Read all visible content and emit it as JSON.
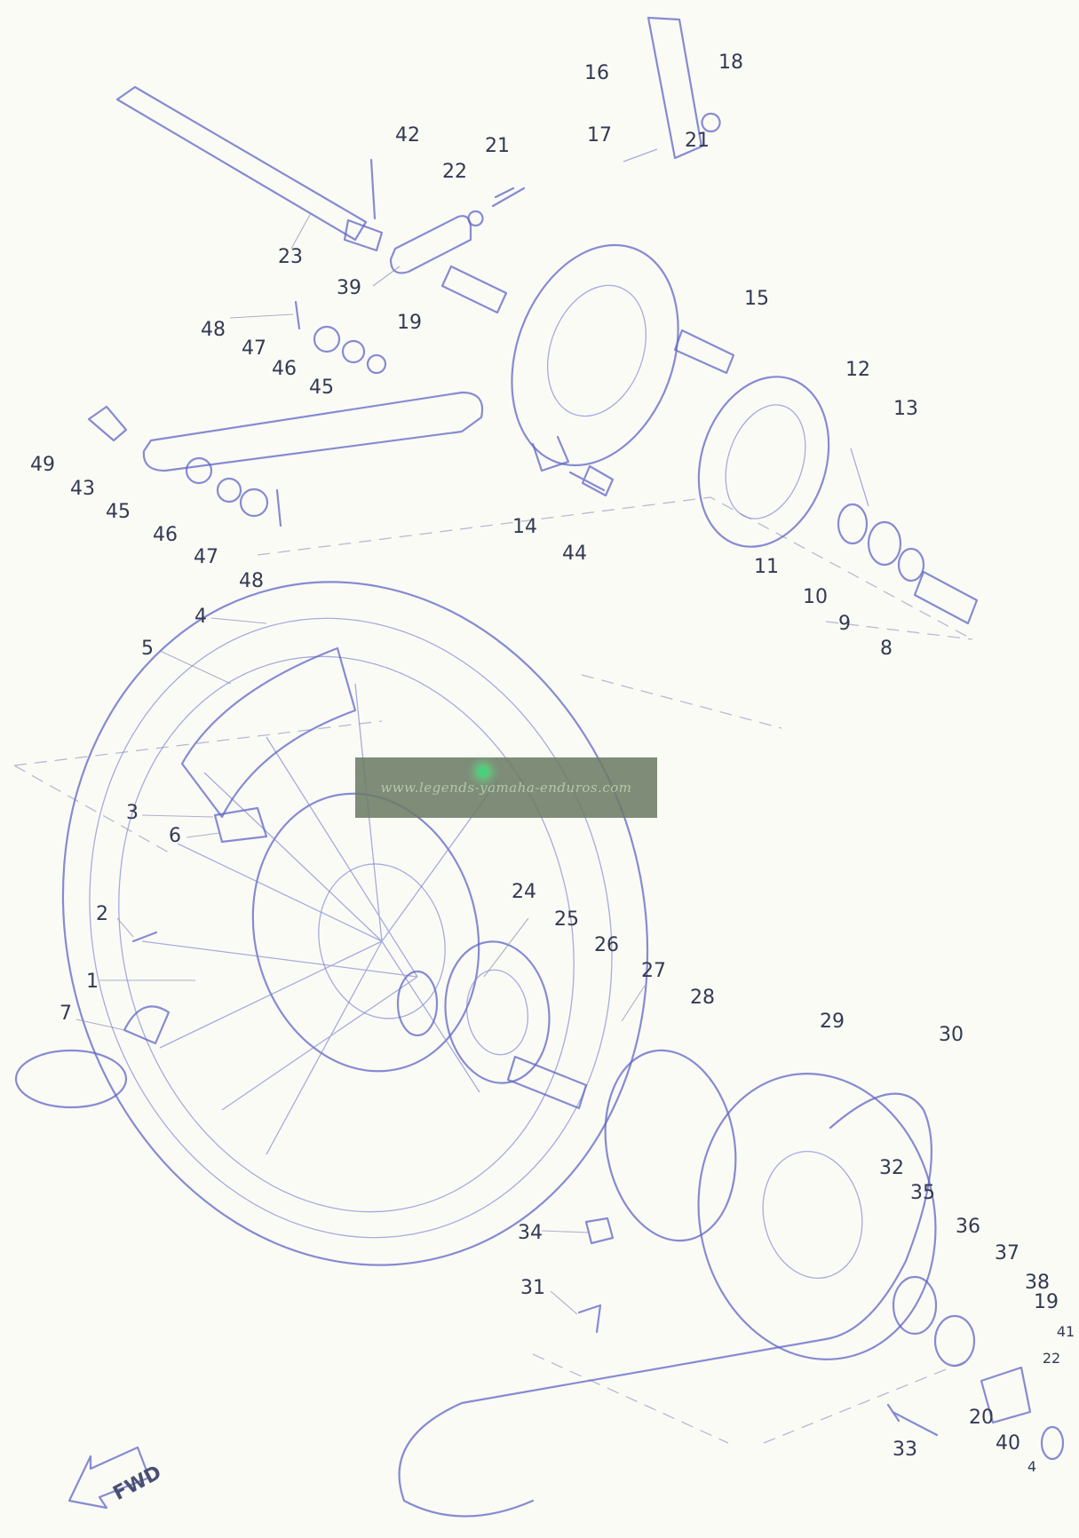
{
  "watermark": {
    "text": "www.legends-yamaha-enduros.com"
  },
  "direction_label": "FWD",
  "callouts": [
    {
      "text": "1"
    },
    {
      "text": "2"
    },
    {
      "text": "3"
    },
    {
      "text": "4"
    },
    {
      "text": "5"
    },
    {
      "text": "6"
    },
    {
      "text": "7"
    },
    {
      "text": "8"
    },
    {
      "text": "9"
    },
    {
      "text": "10"
    },
    {
      "text": "11"
    },
    {
      "text": "12"
    },
    {
      "text": "13"
    },
    {
      "text": "14"
    },
    {
      "text": "15"
    },
    {
      "text": "16"
    },
    {
      "text": "17"
    },
    {
      "text": "18"
    },
    {
      "text": "19"
    },
    {
      "text": "19"
    },
    {
      "text": "20"
    },
    {
      "text": "21"
    },
    {
      "text": "21"
    },
    {
      "text": "22"
    },
    {
      "text": "22"
    },
    {
      "text": "23"
    },
    {
      "text": "24"
    },
    {
      "text": "25"
    },
    {
      "text": "26"
    },
    {
      "text": "27"
    },
    {
      "text": "28"
    },
    {
      "text": "29"
    },
    {
      "text": "30"
    },
    {
      "text": "31"
    },
    {
      "text": "32"
    },
    {
      "text": "33"
    },
    {
      "text": "34"
    },
    {
      "text": "35"
    },
    {
      "text": "36"
    },
    {
      "text": "37"
    },
    {
      "text": "38"
    },
    {
      "text": "39"
    },
    {
      "text": "40"
    },
    {
      "text": "41"
    },
    {
      "text": "42"
    },
    {
      "text": "43"
    },
    {
      "text": "44"
    },
    {
      "text": "45"
    },
    {
      "text": "45"
    },
    {
      "text": "46"
    },
    {
      "text": "46"
    },
    {
      "text": "47"
    },
    {
      "text": "47"
    },
    {
      "text": "48"
    },
    {
      "text": "48"
    },
    {
      "text": "49"
    },
    {
      "text": "4"
    }
  ],
  "colors": {
    "line": "#5f66c4",
    "paper": "#fbfbf6",
    "label": "#333a52",
    "watermark_bg": "#6c7c66"
  }
}
